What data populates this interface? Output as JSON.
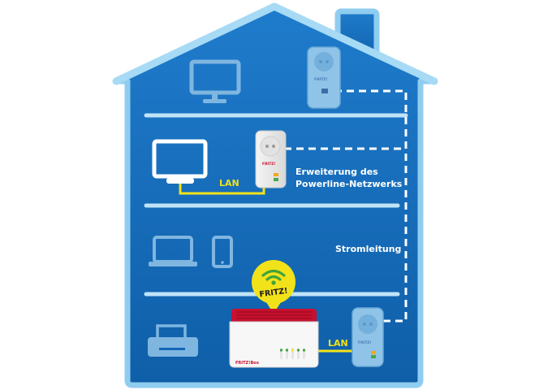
{
  "labels": {
    "lan_upper": "LAN",
    "lan_lower": "LAN",
    "extension_line1": "Erweiterung des",
    "extension_line2": "Powerline-Netzwerks",
    "power_line": "Stromleitung"
  },
  "badge": {
    "text": "FRITZ!"
  },
  "devices": {
    "adapter_brand": "FRITZ!",
    "router_brand": "FRITZ!Box"
  },
  "colors": {
    "house_fill": "#1467b8",
    "house_outline": "#8fcdf0",
    "floor": "#bfe3f7",
    "dim_device": "#7fb6e0",
    "yellow_accent": "#f2e21a",
    "router_red": "#c8102e"
  }
}
